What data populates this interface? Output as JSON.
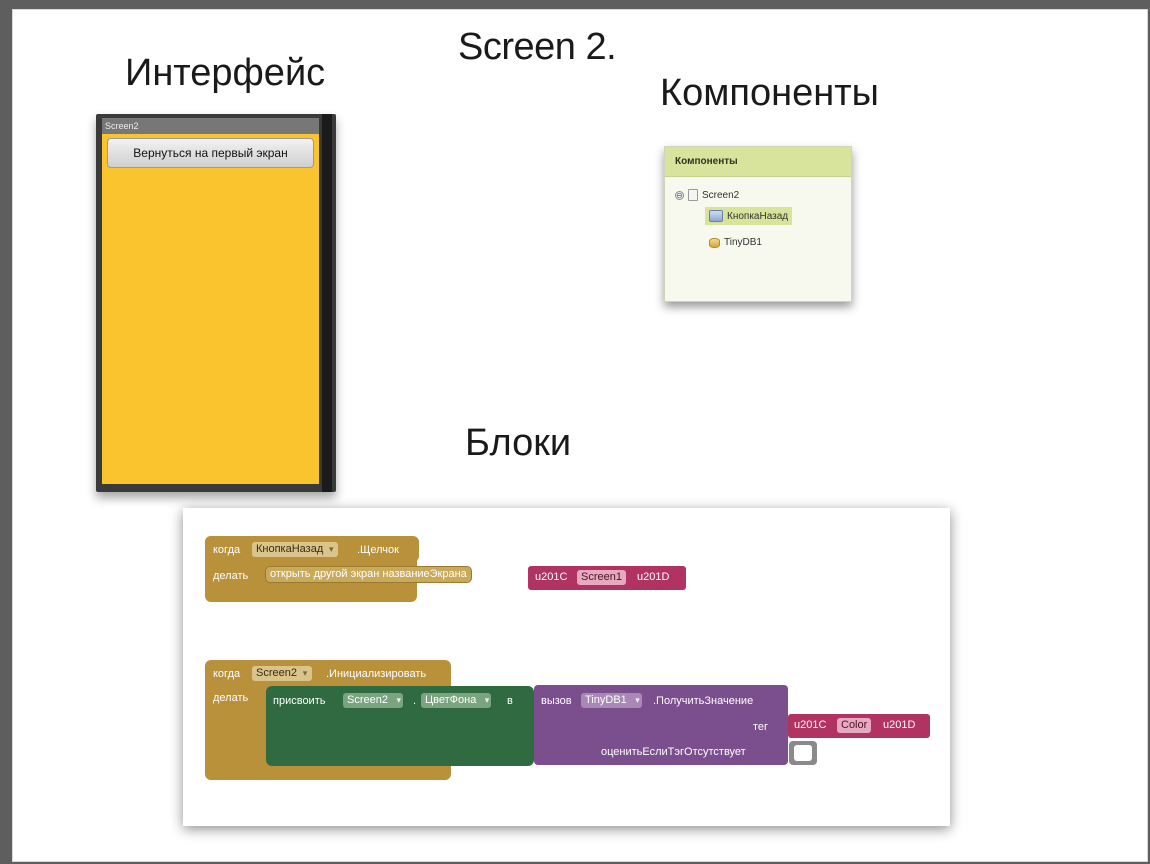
{
  "slide": {
    "title": "Screen 2.",
    "interface_heading": "Интерфейс",
    "components_heading": "Компоненты",
    "blocks_heading": "Блоки"
  },
  "phone": {
    "screen_name": "Screen2",
    "button_label": "Вернуться на первый экран",
    "background_color": "#fac42f"
  },
  "components": {
    "header": "Компоненты",
    "tree": [
      {
        "label": "Screen2",
        "icon": "screen-icon",
        "toggle": "⊖"
      },
      {
        "label": "КнопкаНазад",
        "icon": "button-icon"
      },
      {
        "label": "TinyDB1",
        "icon": "database-icon"
      }
    ]
  },
  "blocks": {
    "event1": {
      "when": "когда",
      "component": "КнопкаНазад",
      "event": ".Щелчок",
      "do": "делать",
      "action": "открыть другой экран  названиеЭкрана",
      "open_quote": "u201C",
      "text": "Screen1",
      "close_quote": "u201D"
    },
    "event2": {
      "when": "когда",
      "component": "Screen2",
      "event": ".Инициализировать",
      "do": "делать",
      "set": "присвоить",
      "target": "Screen2",
      "dot": ".",
      "property": "ЦветФона",
      "to": "в",
      "call": "вызов",
      "db": "TinyDB1",
      "method": ".ПолучитьЗначение",
      "tag_label": "тег",
      "open_quote": "u201C",
      "tag_value": "Color",
      "close_quote": "u201D",
      "default_label": "оценитьЕслиТэгОтсутствует"
    }
  },
  "colors": {
    "event_block": "#b8913a",
    "text_block": "#b03361",
    "setter_block": "#2f6a40",
    "db_block": "#7b4e8e",
    "panel_header": "#d8e39c"
  }
}
